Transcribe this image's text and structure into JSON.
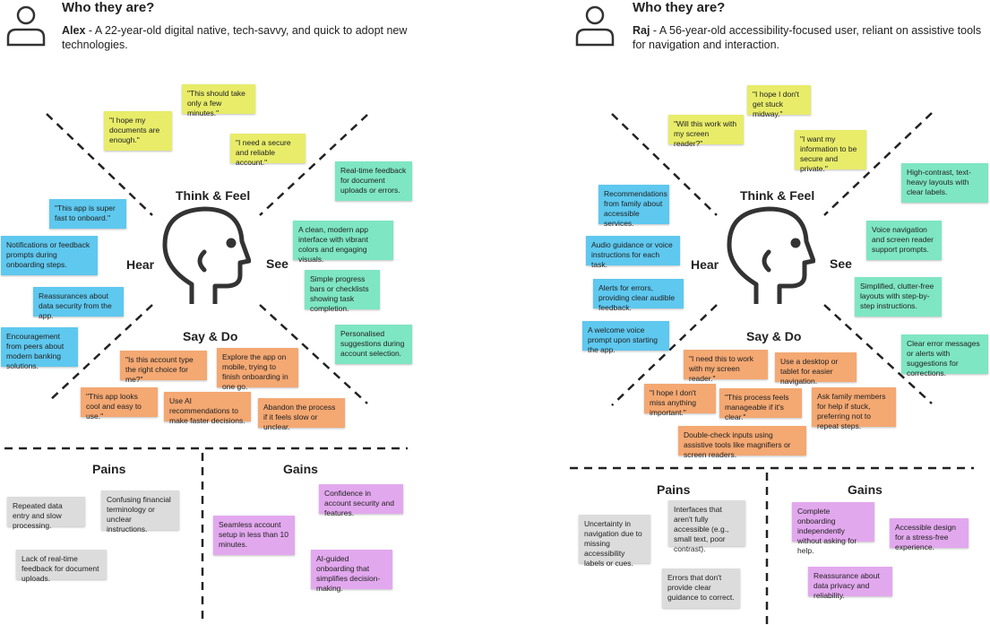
{
  "colors": {
    "yellow": "#e8ec69",
    "teal": "#7ee6c3",
    "blue": "#5ec8ef",
    "orange": "#f4a872",
    "gray": "#dcdcdc",
    "purple": "#e2a8ee"
  },
  "left": {
    "who_title": "Who they are?",
    "name": "Alex",
    "desc": " - A 22-year-old digital native, tech-savvy, and quick to adopt new technologies.",
    "labels": {
      "think": "Think & Feel",
      "hear": "Hear",
      "see": "See",
      "say": "Say & Do"
    },
    "think_notes": [
      "\"This should take only a few minutes.\"",
      "\"I hope my documents are enough.\"",
      "\"I need a secure and reliable account.\""
    ],
    "see_notes": [
      "Real-time feedback for document uploads or errors.",
      "A clean, modern app interface with vibrant colors and engaging visuals.",
      "Simple progress bars or checklists showing task completion.",
      "Personalised suggestions during account selection."
    ],
    "hear_notes": [
      "\"This app is super fast to onboard.\"",
      "Notifications or feedback prompts during onboarding steps.",
      "Reassurances about data security from the app.",
      "Encouragement from peers about modern banking solutions."
    ],
    "say_notes": [
      "\"Is this account type the right choice for me?\"",
      "Explore the app on mobile, trying to finish onboarding in one go.",
      "\"This app looks cool and easy to use.\"",
      "Use AI recommendations to make faster decisions.",
      "Abandon the process if it feels slow or unclear."
    ],
    "pains_title": "Pains",
    "gains_title": "Gains",
    "pains": [
      "Repeated data entry and slow processing.",
      "Confusing financial terminology or unclear instructions.",
      "Lack of real-time feedback for document uploads."
    ],
    "gains": [
      "Confidence in account security and features.",
      "Seamless account setup in less than 10 minutes.",
      "AI-guided onboarding that simplifies decision-making."
    ]
  },
  "right": {
    "who_title": "Who they are?",
    "name": "Raj",
    "desc": " - A 56-year-old accessibility-focused user, reliant on assistive tools for navigation and interaction.",
    "labels": {
      "think": "Think & Feel",
      "hear": "Hear",
      "see": "See",
      "say": "Say & Do"
    },
    "think_notes": [
      "\"I hope I don't get stuck midway.\"",
      "\"Will this work with my screen reader?\"",
      "\"I want my information to be secure and private.\""
    ],
    "see_notes": [
      "High-contrast, text-heavy layouts with clear labels.",
      "Voice navigation and screen reader support prompts.",
      "Simplified, clutter-free layouts with step-by-step instructions.",
      "Clear error messages or alerts with suggestions for corrections."
    ],
    "hear_notes": [
      "Recommendations from family about accessible services.",
      "Audio guidance or voice instructions for each task.",
      "Alerts for errors, providing clear audible feedback.",
      "A welcome voice prompt upon starting the app."
    ],
    "say_notes": [
      "\"I need this to work with my screen reader.\"",
      "Use a desktop or tablet for easier navigation.",
      "\"I hope I don't miss anything important.\"",
      "\"This process feels manageable if it's clear.\"",
      "Ask family members for help if stuck, preferring not to repeat steps.",
      "Double-check inputs using assistive tools like magnifiers or screen readers."
    ],
    "pains_title": "Pains",
    "gains_title": "Gains",
    "pains": [
      "Uncertainty in navigation due to missing accessibility labels or cues.",
      "Interfaces that aren't fully accessible (e.g., small text, poor contrast).",
      "Errors that don't provide clear guidance to correct."
    ],
    "gains": [
      "Complete onboarding independently without asking for help.",
      "Accessible design for a stress-free experience.",
      "Reassurance about data privacy and reliability."
    ]
  }
}
